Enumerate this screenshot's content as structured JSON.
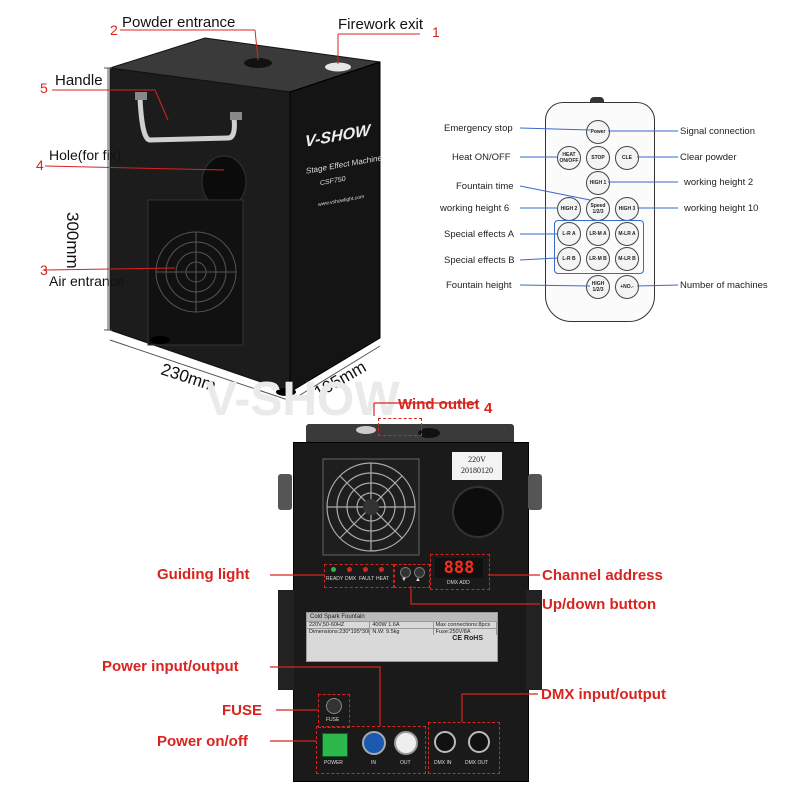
{
  "top_device": {
    "callouts": [
      {
        "num": "1",
        "label": "Firework exit"
      },
      {
        "num": "2",
        "label": "Powder entrance"
      },
      {
        "num": "3",
        "label": "Air entrance"
      },
      {
        "num": "4",
        "label": "Hole(for fix)"
      },
      {
        "num": "5",
        "label": "Handle"
      }
    ],
    "dim_height": "300mm",
    "dim_width": "230mm",
    "dim_depth": "195mm",
    "brand": "V-SHOW",
    "model_desc": "Stage Effect Machine",
    "model": "CSF750",
    "site": "www.vshowlight.com"
  },
  "remote": {
    "left_labels": [
      "Emergency stop",
      "Heat ON/OFF",
      "Fountain time",
      "working height 6",
      "Special effects A",
      "Special effects B",
      "Fountain height"
    ],
    "right_labels": [
      "Signal connection",
      "Clear powder",
      "working height 2",
      "working height 10",
      "Number of machines"
    ],
    "buttons": {
      "power": "Power",
      "heat": "HEAT ON/OFF",
      "stop": "STOP",
      "cle": "CLE",
      "high1": "HIGH 1",
      "high2": "HIGH 2",
      "speed": "Speed 1/2/3",
      "high3": "HIGH 3",
      "lr_a": "L-R A",
      "lrm_a": "LR-M A",
      "mlr_a": "M-LR A",
      "lr_b": "L-R B",
      "lrm_b": "LR-M B",
      "mlr_b": "M-LR B",
      "high123": "HIGH 1/2/3",
      "no": "+NO.-"
    }
  },
  "bottom_device": {
    "wind_label": "Wind outlet",
    "wind_num": "4",
    "sticker_line1": "220V",
    "sticker_line2": "20180120",
    "indicators": [
      "READY",
      "DMX",
      "FAULT",
      "HEAT"
    ],
    "display": "888",
    "dmx_add": "DMX ADD",
    "plate_title": "Cold Spark Fountain",
    "plate_rows": [
      [
        "220V,50-60HZ",
        "400W 1.6A",
        "Max connections:8pcs"
      ],
      [
        "Dimensions:230*195*300mm",
        "N.W: 9.5kg",
        "Fuse:250V/8A"
      ]
    ],
    "plate_marks": "CE RoHS",
    "fuse": "FUSE",
    "power": "POWER",
    "in": "IN",
    "out": "OUT",
    "dmx_in": "DMX IN",
    "dmx_out": "DMX OUT",
    "labels": {
      "guiding": "Guiding light",
      "channel": "Channel address",
      "updown": "Up/down button",
      "power_io": "Power input/output",
      "dmx_io": "DMX input/output",
      "fuse": "FUSE",
      "power_onoff": "Power on/off"
    }
  },
  "watermark": "V-SHOW",
  "colors": {
    "accent": "#d8241f",
    "device": "#1b1b1b",
    "panel": "#2a2a2a"
  }
}
